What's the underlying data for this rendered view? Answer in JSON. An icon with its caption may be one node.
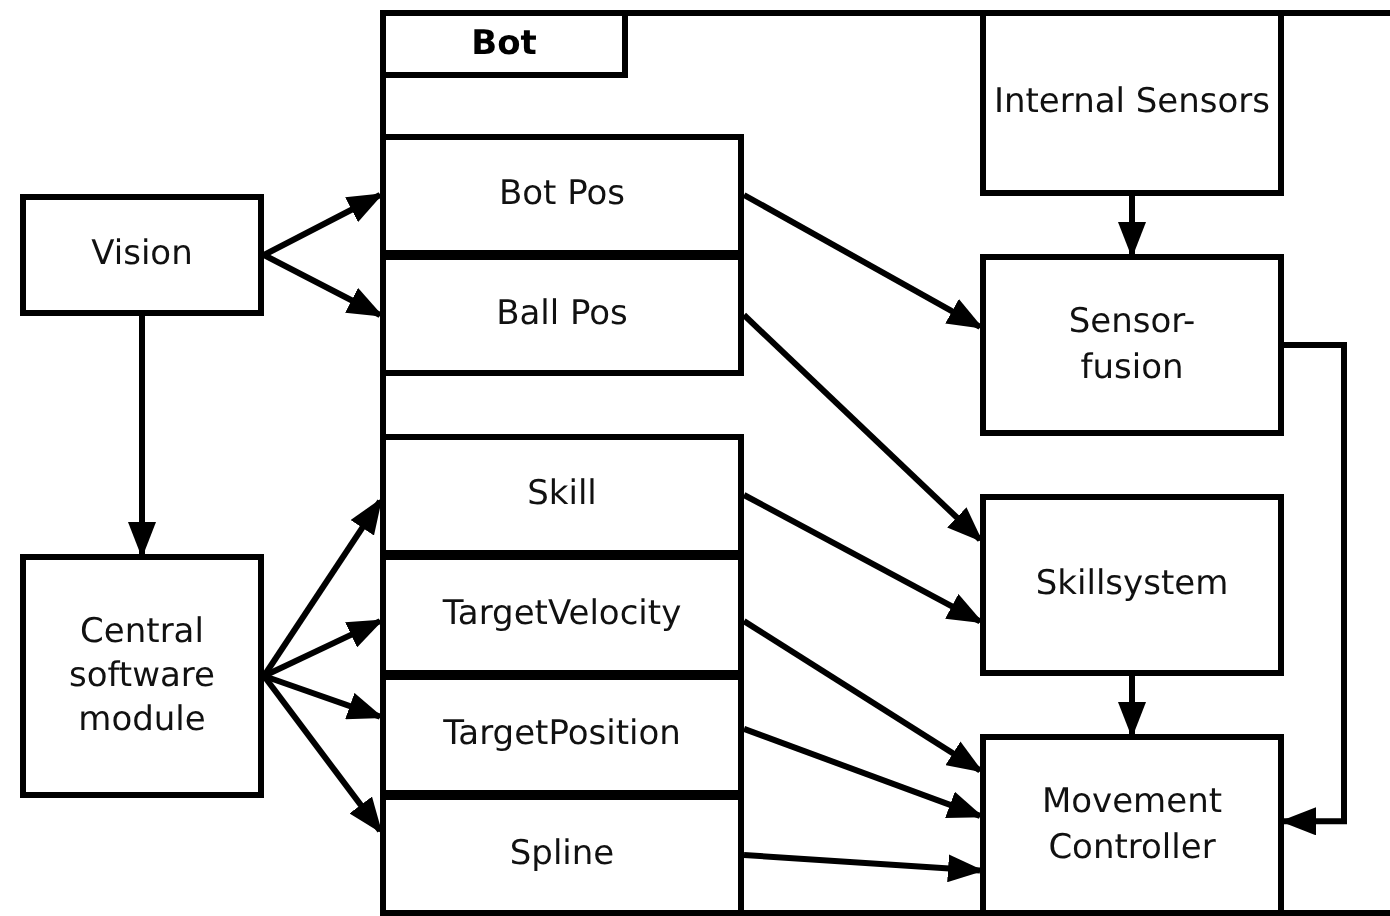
{
  "diagram": {
    "nodes": [
      {
        "text": [
          "Vision"
        ]
      },
      {
        "text": [
          "Central software module"
        ]
      },
      {
        "text": [
          "Bot"
        ]
      },
      {
        "text": [
          "Bot Pos"
        ],
        "in": 2
      },
      {
        "text": [
          "Ball Pos"
        ],
        "in": 2
      },
      {
        "text": [
          "Skill"
        ],
        "in": 2
      },
      {
        "text": [
          "TargetVelocity"
        ],
        "in": 2
      },
      {
        "text": [
          "TargetPosition"
        ],
        "in": 2
      },
      {
        "text": [
          "Spline"
        ],
        "in": 2
      },
      {
        "text": [
          "Internal Sensors"
        ],
        "in": 2
      },
      {
        "text": [
          "Sensor-fusion"
        ],
        "in": 2
      },
      {
        "text": [
          "Skillsystem"
        ],
        "in": 2
      },
      {
        "text": [
          "Movement Controller"
        ],
        "in": 2
      }
    ],
    "edges": [
      {
        "from": 0,
        "to": 3,
        "arrow": "to"
      },
      {
        "from": 0,
        "to": 4,
        "arrow": "to"
      },
      {
        "from": 0,
        "to": 1,
        "arrow": "to"
      },
      {
        "from": 1,
        "to": 5,
        "arrow": "to"
      },
      {
        "from": 1,
        "to": 6,
        "arrow": "to"
      },
      {
        "from": 1,
        "to": 7,
        "arrow": "to"
      },
      {
        "from": 1,
        "to": 8,
        "arrow": "to"
      },
      {
        "from": 9,
        "to": 10,
        "arrow": "to"
      },
      {
        "from": 3,
        "to": 10,
        "arrow": "to"
      },
      {
        "from": 4,
        "to": 11,
        "arrow": "to"
      },
      {
        "from": 5,
        "to": 11,
        "arrow": "to"
      },
      {
        "from": 6,
        "to": 12,
        "arrow": "to"
      },
      {
        "from": 7,
        "to": 12,
        "arrow": "to"
      },
      {
        "from": 8,
        "to": 12,
        "arrow": "to"
      },
      {
        "from": 11,
        "to": 12,
        "arrow": "to"
      },
      {
        "from": 10,
        "to": 12,
        "arrow": "to"
      }
    ]
  }
}
